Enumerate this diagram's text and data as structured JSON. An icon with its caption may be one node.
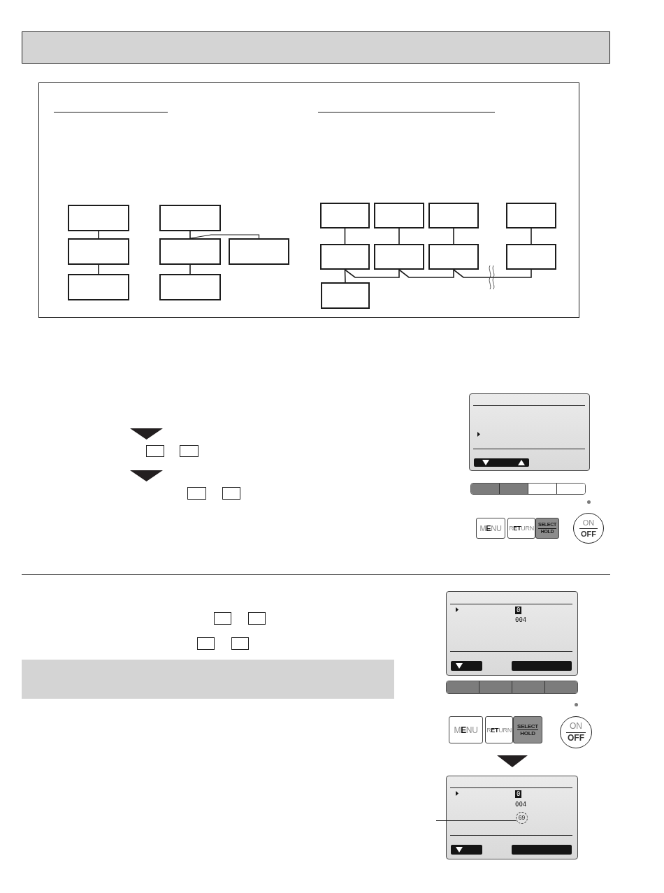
{
  "diagram": {
    "nodes": [
      {
        "text": [],
        "shape": "box"
      },
      {
        "text": [],
        "shape": "box",
        "in": 0
      },
      {
        "text": [],
        "shape": "box",
        "in": 0
      },
      {
        "text": [],
        "shape": "box",
        "in": 0
      },
      {
        "text": [],
        "shape": "box",
        "in": 0
      },
      {
        "text": [],
        "shape": "box",
        "in": 0
      },
      {
        "text": [],
        "shape": "box",
        "in": 0
      },
      {
        "text": [],
        "shape": "box",
        "in": 0
      },
      {
        "text": [],
        "shape": "box",
        "in": 0
      },
      {
        "text": [],
        "shape": "box",
        "in": 0
      },
      {
        "text": [],
        "shape": "box",
        "in": 0
      },
      {
        "text": [],
        "shape": "box",
        "in": 0
      },
      {
        "text": [],
        "shape": "box",
        "in": 0
      },
      {
        "text": [],
        "shape": "box",
        "in": 0
      },
      {
        "text": [],
        "shape": "box",
        "in": 0
      },
      {
        "text": [],
        "shape": "box",
        "in": 0
      },
      {
        "text": [],
        "shape": "box",
        "in": 0
      },
      {
        "text": [],
        "shape": "box"
      },
      {
        "text": [
          "69"
        ]
      }
    ],
    "edges": [
      {
        "from": 1,
        "to": 3,
        "arrow": "none"
      },
      {
        "from": 3,
        "to": 6,
        "arrow": "none"
      },
      {
        "from": 2,
        "to": 4,
        "arrow": "none"
      },
      {
        "from": 4,
        "to": 5,
        "arrow": "none"
      },
      {
        "from": 4,
        "to": 7,
        "arrow": "none"
      },
      {
        "from": 8,
        "to": 12,
        "arrow": "none"
      },
      {
        "from": 9,
        "to": 13,
        "arrow": "none"
      },
      {
        "from": 10,
        "to": 14,
        "arrow": "none"
      },
      {
        "from": 11,
        "to": 15,
        "arrow": "none"
      },
      {
        "from": 12,
        "to": 16,
        "arrow": "none"
      },
      {
        "from": 12,
        "to": 13,
        "arrow": "none"
      },
      {
        "from": 13,
        "to": 14,
        "arrow": "none"
      },
      {
        "from": 14,
        "to": 15,
        "arrow": "none"
      },
      {
        "from": null,
        "to": 18,
        "arrow": "none"
      }
    ],
    "labels": [
      "M**E**NU",
      "R**ET**URN",
      "SELECT",
      "HOLD",
      "ON",
      "OFF",
      "0",
      "004",
      "M**E**NU",
      "R**ET**URN",
      "SELECT",
      "HOLD",
      "ON",
      "OFF",
      "0",
      "004"
    ]
  }
}
